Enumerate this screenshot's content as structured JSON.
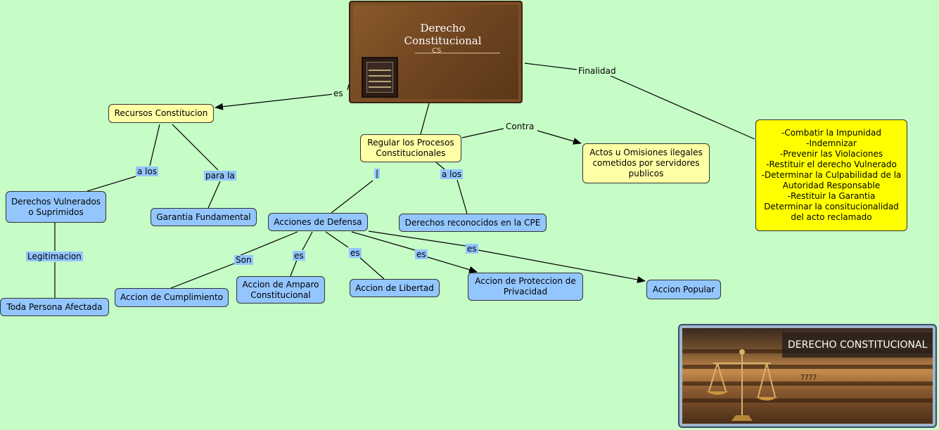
{
  "cover": {
    "title": "Derecho\nConstitucional",
    "ornament": "CS"
  },
  "nodes": {
    "recursos": "Recursos Constitucion",
    "regular": "Regular los Procesos\nConstitucionales",
    "actos": "Actos u Omisiones ilegales\ncometidos por servidores\npublicos",
    "finalidad_box": "-Combatir la Impunidad\n-Indemnizar\n-Prevenir las Violaciones\n-Restituir el derecho Vulnerado\n-Determinar la Culpabilidad de la\nAutoridad Responsable\n-Restituir la Garantia\nDeterminar la consitucionalidad\ndel acto reclamado",
    "derechos_vulnerados": "Derechos Vulnerados\no Suprimidos",
    "garantia": "Garantia Fundamental",
    "acciones": "Acciones de Defensa",
    "derechos_cpe": "Derechos reconocidos en la CPE",
    "toda_persona": "Toda Persona Afectada",
    "cumplimiento": "Accion de Cumplimiento",
    "amparo": "Accion de Amparo\nConstitucional",
    "libertad": "Accion de Libertad",
    "privacidad": "Accion de Proteccion de\nPrivacidad",
    "popular": "Accion Popular"
  },
  "labels": {
    "es_top": "es",
    "finalidad": "Finalidad",
    "contra": "Contra",
    "a_los_1": "a los",
    "para_la": "para la",
    "a_los_2": "a los",
    "pipe": "|",
    "legitimacion": "Legitimacion",
    "son": "Son",
    "es_1": "es",
    "es_2": "es",
    "es_3": "es",
    "es_4": "es"
  },
  "photo": {
    "banner": "DERECHO CONSTITUCIONAL",
    "caption": "????"
  },
  "colors": {
    "background": "#c6fdc7",
    "concept_yellow": "#ffffa6",
    "highlight_yellow": "#ffff00",
    "concept_blue": "#93c6ff"
  }
}
